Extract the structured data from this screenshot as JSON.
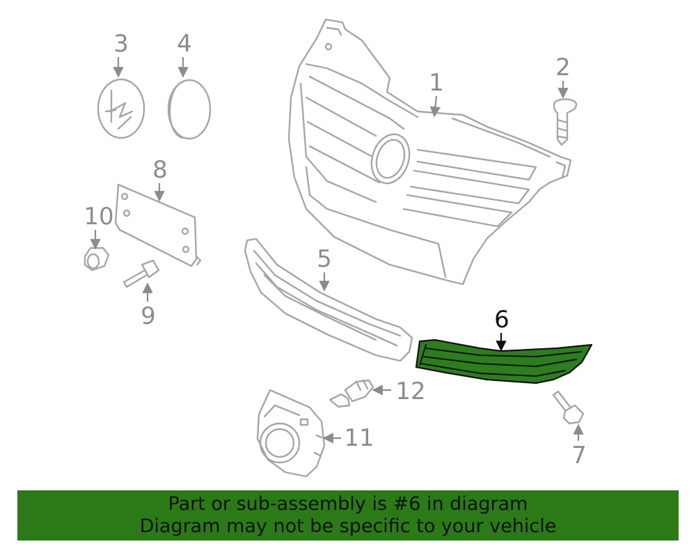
{
  "banner": {
    "line1": "Part or sub-assembly is #6 in diagram",
    "line2": "Diagram may not be specific to your vehicle"
  },
  "highlight_color": "#2b7a17",
  "callouts": {
    "c1": "1",
    "c2": "2",
    "c3": "3",
    "c4": "4",
    "c5": "5",
    "c6": "6",
    "c7": "7",
    "c8": "8",
    "c9": "9",
    "c10": "10",
    "c11": "11",
    "c12": "12"
  },
  "highlighted_part": "6"
}
